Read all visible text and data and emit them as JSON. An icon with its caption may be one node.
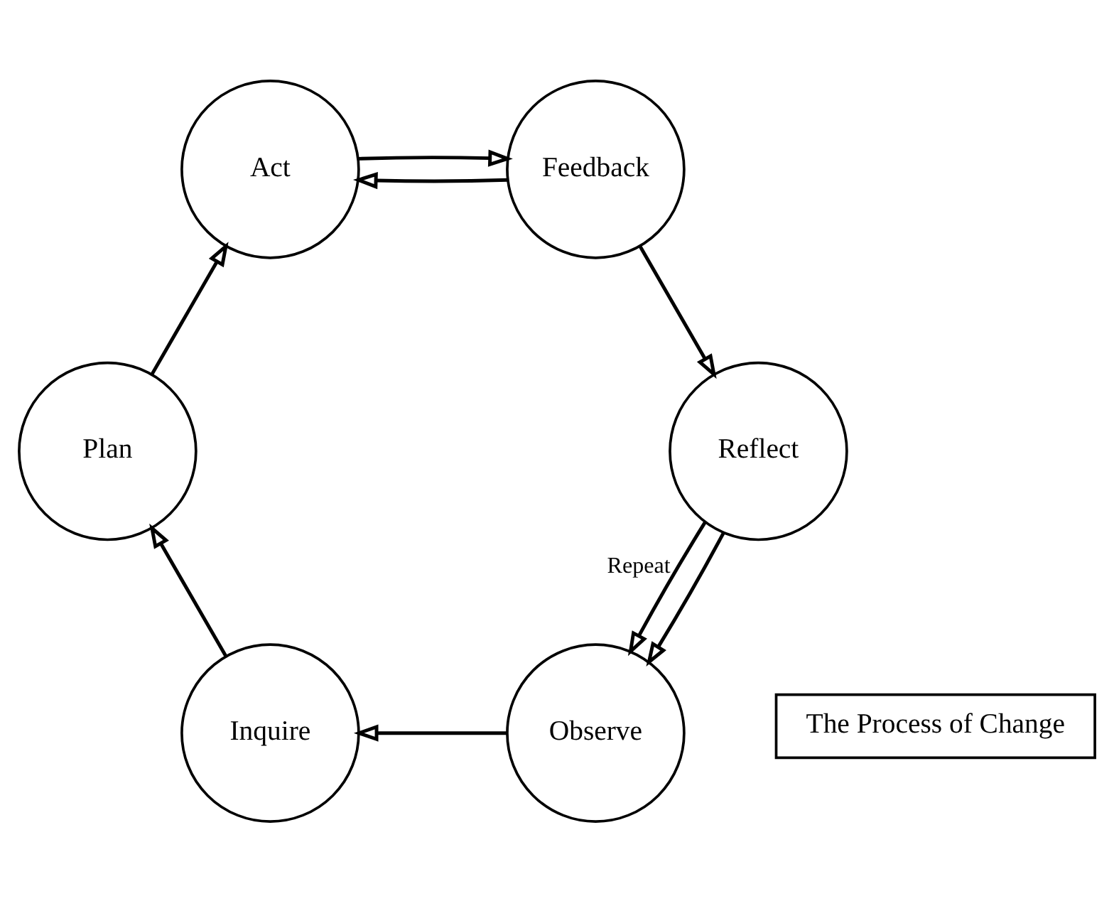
{
  "diagram": {
    "nodes": [
      {
        "text": [
          "Observe"
        ]
      },
      {
        "text": [
          "Inquire"
        ]
      },
      {
        "text": [
          "Plan"
        ]
      },
      {
        "text": [
          "Act"
        ]
      },
      {
        "text": [
          "Feedback"
        ]
      },
      {
        "text": [
          "Reflect"
        ]
      },
      {
        "text": [
          "The Process of Change"
        ]
      }
    ],
    "edges": [
      {
        "from": 0,
        "to": 1,
        "arrow": "to"
      },
      {
        "from": 1,
        "to": 2,
        "arrow": "to"
      },
      {
        "from": 2,
        "to": 3,
        "arrow": "to"
      },
      {
        "from": 3,
        "to": 4,
        "arrow": "to"
      },
      {
        "from": 4,
        "to": 3,
        "arrow": "to"
      },
      {
        "from": 4,
        "to": 5,
        "arrow": "to"
      },
      {
        "from": 5,
        "to": 0,
        "arrow": "to"
      },
      {
        "from": 5,
        "to": 0,
        "arrow": "to",
        "label": "Repeat"
      }
    ]
  }
}
